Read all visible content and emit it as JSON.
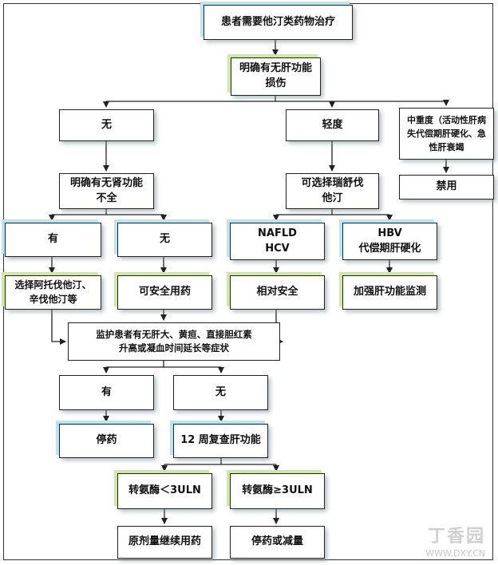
{
  "nodes": {
    "start": "患者需要他汀类药物治疗",
    "liver_damage": "明确有无肝功能\n损伤",
    "none": "无",
    "mild": "轻度",
    "severe": "中重度（活动性肝病失代偿期肝硬化、急性肝衰竭",
    "contraindicated": "禁用",
    "kidney": "明确有无肾功能\n不全",
    "optional_rosuva": "可选择瑞舒伐\n他汀",
    "has_kidney": "有",
    "no_kidney": "无",
    "nafld_hcv": "NAFLD\nHCV",
    "hbv": "HBV\n代偿期肝硬化",
    "choose_atorva": "选择阿托伐他汀、\n辛伐他汀等",
    "safe_use": "可安全用药",
    "relatively_safe": "相对安全",
    "monitor_liver": "加强肝功能监测",
    "monitor_symptoms": "监护患者有无肝大、黄疸、直接胆红素\n升高或凝血时间延长等症状",
    "symptoms_yes": "有",
    "symptoms_no": "无",
    "stop_drug": "停药",
    "recheck": "12 周复查肝功能",
    "alt_low": "转氨酶＜3ULN",
    "alt_high": "转氨酶≥3ULN",
    "continue_dose": "原剂量继续用药",
    "stop_or_reduce": "停药或减量"
  },
  "watermark": {
    "brand": "丁香园",
    "url": "WWW.DXY.CN"
  }
}
